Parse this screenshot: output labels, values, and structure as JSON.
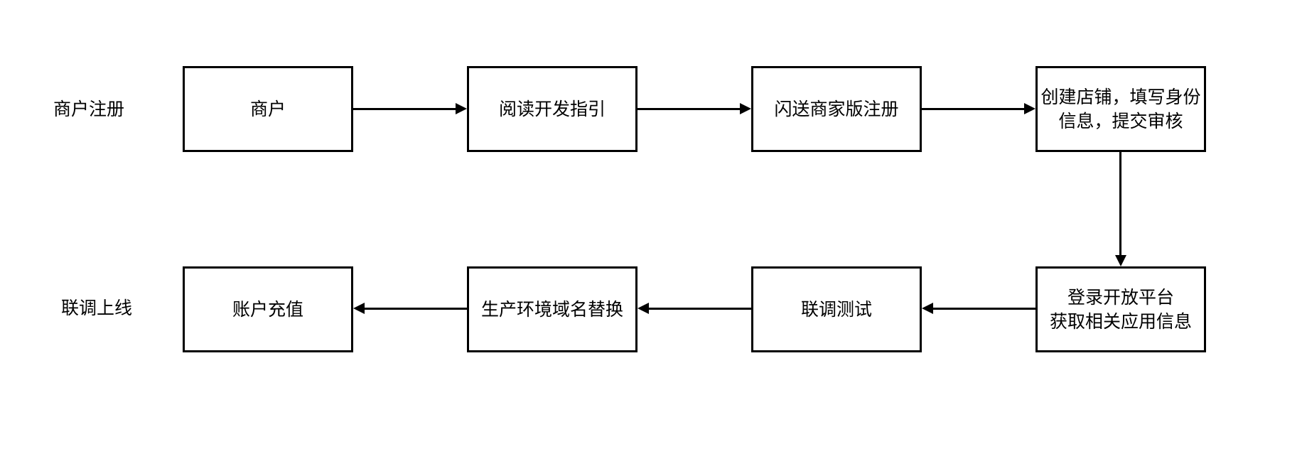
{
  "diagram": {
    "type": "flowchart",
    "background_color": "#ffffff",
    "stroke_color": "#000000",
    "text_color": "#000000",
    "rows": [
      {
        "label": "商户注册",
        "flow_direction": "left-to-right",
        "boxes": [
          {
            "text": "商户"
          },
          {
            "text": "阅读开发指引"
          },
          {
            "text": "闪送商家版注册"
          },
          {
            "text": "创建店铺，填写身份\n信息，提交审核"
          }
        ]
      },
      {
        "label": "联调上线",
        "flow_direction": "right-to-left",
        "boxes": [
          {
            "text": "账户充值"
          },
          {
            "text": "生产环境域名替换"
          },
          {
            "text": "联调测试"
          },
          {
            "text": "登录开放平台\n获取相关应用信息"
          }
        ]
      }
    ],
    "connections": [
      {
        "from": "商户",
        "to": "阅读开发指引",
        "direction": "right"
      },
      {
        "from": "阅读开发指引",
        "to": "闪送商家版注册",
        "direction": "right"
      },
      {
        "from": "闪送商家版注册",
        "to": "创建店铺，填写身份信息，提交审核",
        "direction": "right"
      },
      {
        "from": "创建店铺，填写身份信息，提交审核",
        "to": "登录开放平台获取相关应用信息",
        "direction": "down"
      },
      {
        "from": "登录开放平台获取相关应用信息",
        "to": "联调测试",
        "direction": "left"
      },
      {
        "from": "联调测试",
        "to": "生产环境域名替换",
        "direction": "left"
      },
      {
        "from": "生产环境域名替换",
        "to": "账户充值",
        "direction": "left"
      }
    ]
  }
}
